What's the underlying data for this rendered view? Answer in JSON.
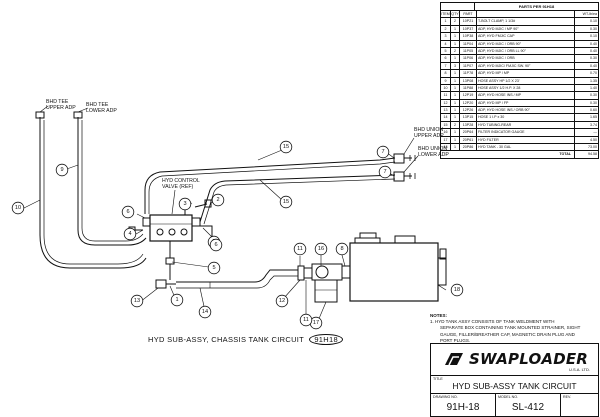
{
  "parts_table": {
    "title": "PARTS PER 91H18",
    "columns": [
      "ITEM",
      "QTY",
      "PART",
      "",
      "WT-lb/ea"
    ],
    "rows": [
      {
        "item": "1",
        "qty": "2",
        "part": "10P21",
        "desc": "T-BOLT CLAMP, 1 1/3#",
        "wt": "0.10"
      },
      {
        "item": "2",
        "qty": "1",
        "part": "10P37",
        "desc": "ADP, HYD MJIC / MP 90°",
        "wt": "0.30"
      },
      {
        "item": "3",
        "qty": "1",
        "part": "10P38",
        "desc": "ADP, HYD FMJIC CAP",
        "wt": "0.10"
      },
      {
        "item": "4",
        "qty": "1",
        "part": "11P04",
        "desc": "ADP, HYD MJIC / ORB 90°",
        "wt": "0.40"
      },
      {
        "item": "5",
        "qty": "2",
        "part": "11P05",
        "desc": "ADP, HYD MJIC / ORB LL 90°",
        "wt": "0.40"
      },
      {
        "item": "6",
        "qty": "1",
        "part": "11P06",
        "desc": "ADP, HYD MJIC / ORB",
        "wt": "0.30"
      },
      {
        "item": "7",
        "qty": "3",
        "part": "11P07",
        "desc": "ADP, HYD MJIC/ FMJIC SW. 90°",
        "wt": "0.40"
      },
      {
        "item": "8",
        "qty": "1",
        "part": "11P78",
        "desc": "ADP, HYD MP / MP",
        "wt": "0.70"
      },
      {
        "item": "9",
        "qty": "1",
        "part": "13P08",
        "desc": "HOSE ASSY HP 1/2 X 23'",
        "wt": "1.35"
      },
      {
        "item": "10",
        "qty": "1",
        "part": "11P88",
        "desc": "HOSE ASSY 1/2 H.P. X 28",
        "wt": "1.40"
      },
      {
        "item": "11",
        "qty": "1",
        "part": "12P19",
        "desc": "ADP, HYD HOSE INS / MP",
        "wt": "0.30"
      },
      {
        "item": "12",
        "qty": "1",
        "part": "12P20",
        "desc": "ADP, HYD MP / FP",
        "wt": "0.30"
      },
      {
        "item": "13",
        "qty": "1",
        "part": "12P26",
        "desc": "ADP, HYD HOSE INS / ORB 90°",
        "wt": "0.60"
      },
      {
        "item": "14",
        "qty": "1",
        "part": "13P15",
        "desc": "HOSE 1 I.P x 30",
        "wt": "1.65"
      },
      {
        "item": "15",
        "qty": "2",
        "part": "13P28",
        "desc": "HYD TUBING-REAR",
        "wt": "3.74"
      },
      {
        "item": "16",
        "qty": "1",
        "part": "20P64",
        "desc": "FILTER INDICATOR GAUGE",
        "wt": "—"
      },
      {
        "item": "17",
        "qty": "1",
        "part": "20P61",
        "desc": "HYD FILTER",
        "wt": "4.50"
      },
      {
        "item": "18",
        "qty": "1",
        "part": "20P86",
        "desc": "HYD TANK - 30 GAL",
        "wt": "73.00"
      }
    ],
    "total_label": "TOTAL",
    "total_value": "94.58"
  },
  "labels": {
    "bhd_tee_upper": [
      "BHD TEE",
      "UPPER ADP"
    ],
    "bhd_tee_lower": [
      "BHD TEE",
      "LOWER ADP"
    ],
    "bhd_union_upper": [
      "BHD UNION",
      "UPPER ADP"
    ],
    "bhd_union_lower": [
      "BHD UNION",
      "LOWER ADP"
    ],
    "control_valve": [
      "HYD CONTROL",
      "VALVE (REF)"
    ]
  },
  "subtitle": {
    "text": "HYD SUB-ASSY, CHASSIS TANK CIRCUIT",
    "code": "91H18"
  },
  "notes": {
    "heading": "NOTES:",
    "lines": [
      "1.   HYD TANK ASSY CONSISTS OF TANK WELDMENT WITH",
      "SEPARATE BOX CONTAINING TANK MOUNTED STRAINER, SIGHT",
      "GAUGE, FILLER/BREATHER CAP, MAGNETIC DRAIN PLUG AND",
      "PORT PLUGS."
    ]
  },
  "title_block": {
    "brand": "SWAPLOADER",
    "brand_sub": "U.S.A. LTD.",
    "title_label": "TITLE",
    "title": "HYD SUB-ASSY TANK CIRCUIT",
    "drawing_no_label": "DRAWING NO.",
    "drawing_no": "91H-18",
    "model_no_label": "MODEL NO.",
    "model_no": "SL-412",
    "rev_label": "REV."
  },
  "bubbles": [
    "1",
    "2",
    "3",
    "4",
    "5",
    "6",
    "7",
    "8",
    "9",
    "10",
    "11",
    "12",
    "13",
    "14",
    "15",
    "16",
    "17",
    "18"
  ]
}
